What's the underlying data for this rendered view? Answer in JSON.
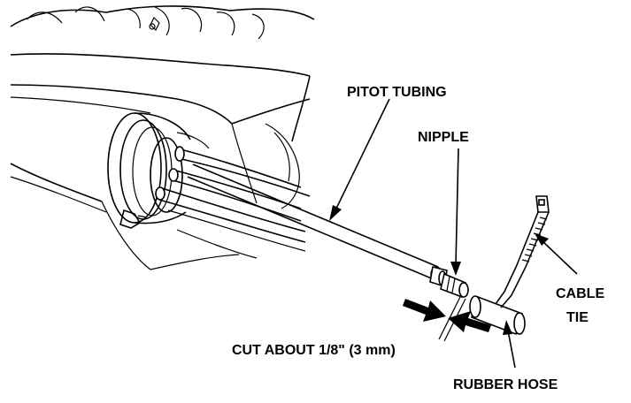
{
  "labels": {
    "pitot_tubing": "PITOT TUBING",
    "nipple": "NIPPLE",
    "cable": "CABLE",
    "tie": "TIE",
    "cut": "CUT ABOUT 1/8\" (3 mm)",
    "rubber_hose": "RUBBER HOSE"
  },
  "colors": {
    "line": "#000000",
    "background": "#ffffff"
  }
}
